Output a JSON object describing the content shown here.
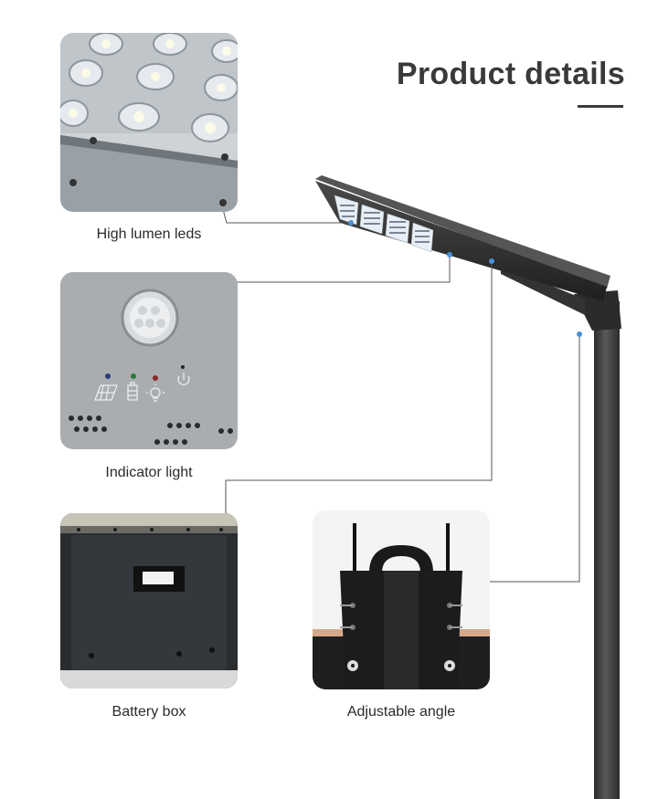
{
  "page": {
    "title": "Product details"
  },
  "features": [
    {
      "label": "High lumen leds"
    },
    {
      "label": "Indicator light"
    },
    {
      "label": "Battery box"
    },
    {
      "label": "Adjustable angle"
    }
  ],
  "colors": {
    "title": "#3a3a3a",
    "connector_line": "#555555",
    "marker_dot": "#4a90d9",
    "pole": "#3c3c3c"
  }
}
